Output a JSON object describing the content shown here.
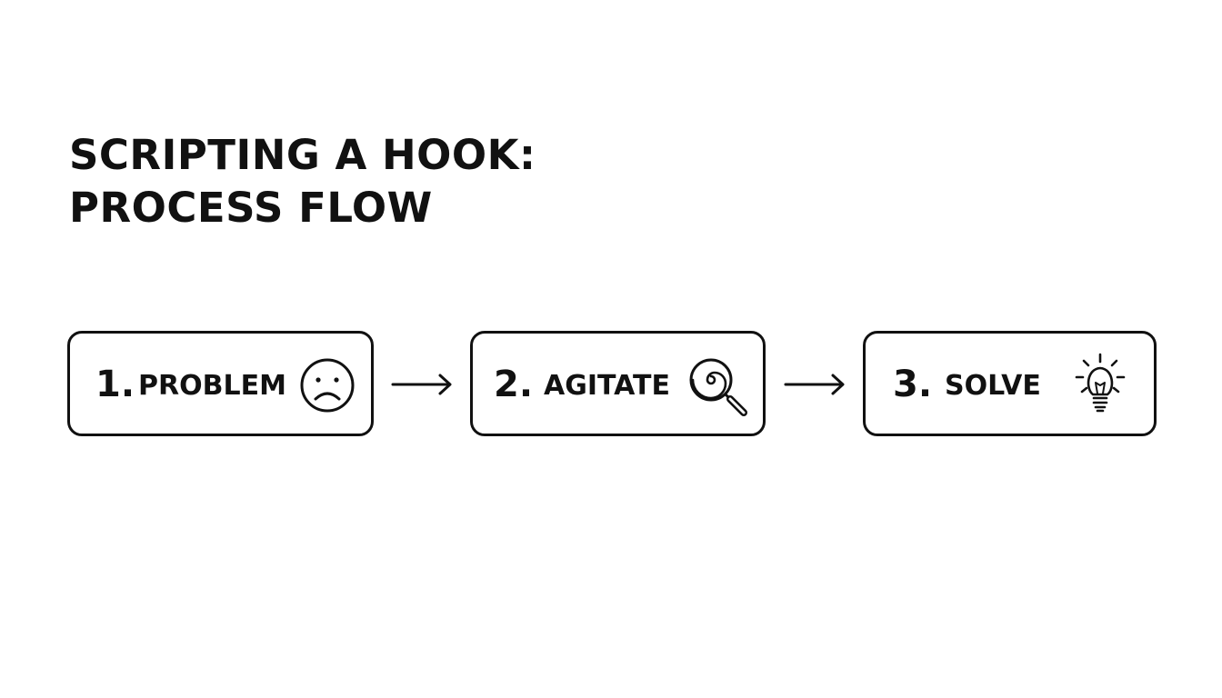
{
  "title": {
    "line1": "SCRIPTING A HOOK:",
    "line2": "PROCESS FLOW"
  },
  "steps": [
    {
      "number": "1.",
      "label": "PROBLEM",
      "icon": "sad-face-icon"
    },
    {
      "number": "2.",
      "label": "AGITATE",
      "icon": "spiral-magnifier-icon"
    },
    {
      "number": "3.",
      "label": "SOLVE",
      "icon": "lightbulb-icon"
    }
  ],
  "connectors": [
    "right-arrow-icon",
    "right-arrow-icon"
  ],
  "colors": {
    "background": "#ffffff",
    "ink": "#111111"
  }
}
